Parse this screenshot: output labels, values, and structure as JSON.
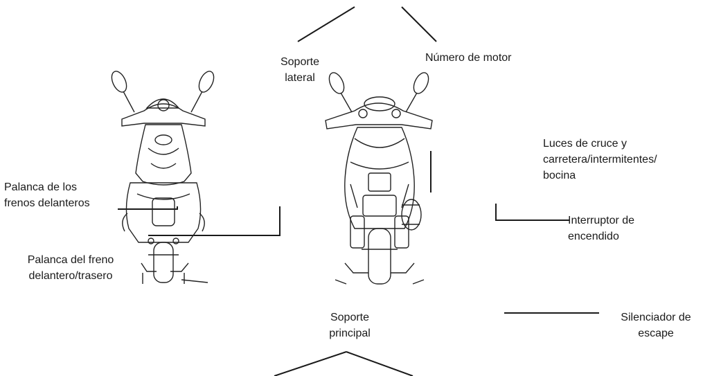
{
  "labels": {
    "soporte_lateral": "Soporte\nlateral",
    "numero_motor": "Número de motor",
    "palanca_frenos_delanteros": "Palanca de los\nfrenos delanteros",
    "palanca_freno_del_tras": "Palanca del freno\ndelantero/trasero",
    "luces": "Luces de cruce y\ncarretera/intermitentes/\nbocina",
    "interruptor": "Interruptor de\nencendido",
    "soporte_principal": "Soporte\nprincipal",
    "silenciador": "Silenciador de\nescape"
  },
  "colors": {
    "line": "#1a1a1a",
    "drawing": "#222222"
  }
}
